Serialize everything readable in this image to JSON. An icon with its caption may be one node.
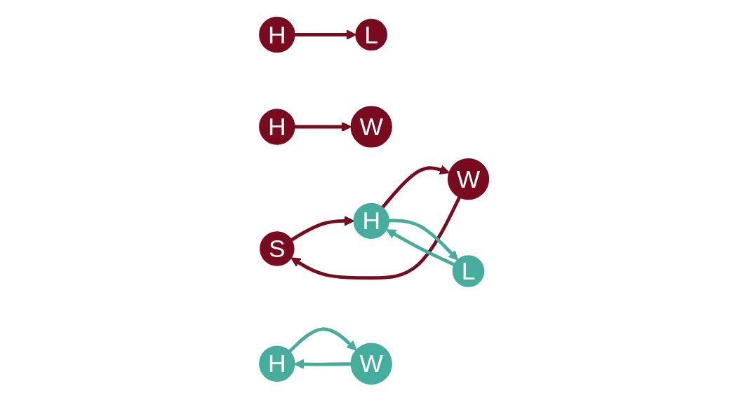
{
  "diagram": {
    "nodes": [
      {
        "text": [
          "L"
        ]
      },
      {
        "text": [
          "W"
        ]
      },
      {
        "text": [
          "H"
        ]
      },
      {
        "text": [
          "H"
        ]
      },
      {
        "text": [
          "S"
        ]
      },
      {
        "text": [
          "H"
        ]
      },
      {
        "text": [
          "W"
        ]
      },
      {
        "text": [
          "L"
        ]
      },
      {
        "text": [
          "H"
        ]
      },
      {
        "text": [
          "W"
        ]
      }
    ],
    "edges": [
      {
        "from": 3,
        "to": 0,
        "arrow": "to"
      },
      {
        "from": 2,
        "to": 1,
        "arrow": "to"
      },
      {
        "from": 4,
        "to": 5,
        "arrow": "to"
      },
      {
        "from": 6,
        "to": 4,
        "arrow": "to"
      },
      {
        "from": 5,
        "to": 6,
        "arrow": "to"
      },
      {
        "from": 5,
        "to": 7,
        "arrow": "to",
        "color": "#45ad9c"
      },
      {
        "from": 7,
        "to": 5,
        "arrow": "to",
        "color": "#45ad9c"
      },
      {
        "from": 9,
        "to": 8,
        "arrow": "to",
        "color": "#45ad9c"
      },
      {
        "from": 8,
        "to": 9,
        "arrow": "to",
        "color": "#45ad9c"
      }
    ]
  }
}
